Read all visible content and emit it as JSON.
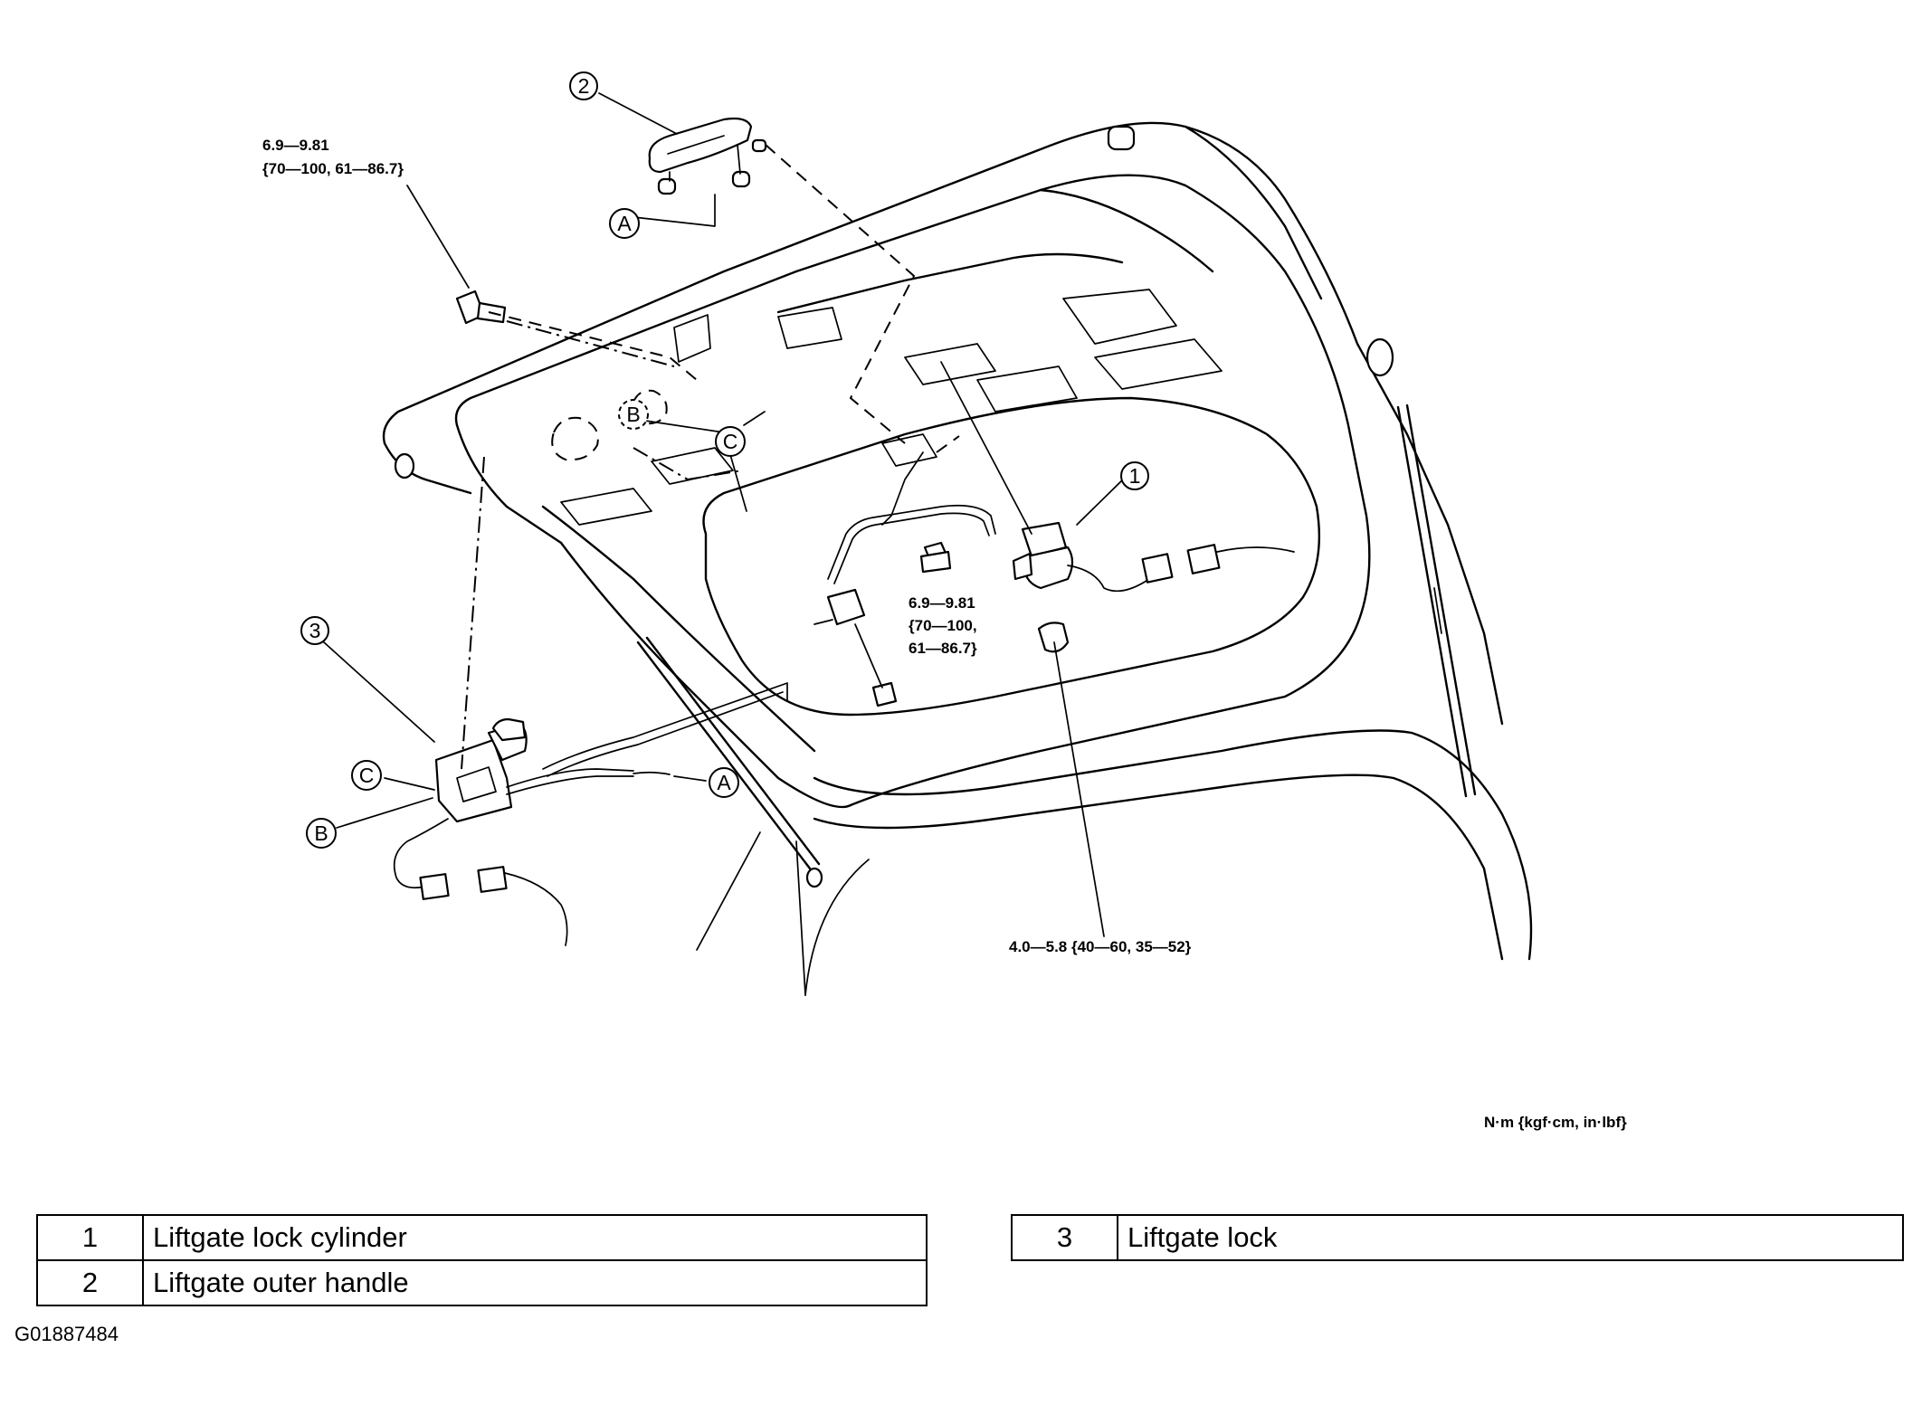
{
  "diagram": {
    "callouts": {
      "one": "1",
      "two": "2",
      "three": "3",
      "a": "A",
      "b": "B",
      "c": "C"
    },
    "torque_specs": {
      "handle_bolt_line1": "6.9—9.81",
      "handle_bolt_line2": "{70—100, 61—86.7}",
      "rod_nut_line1": "6.9—9.81",
      "rod_nut_line2": "{70—100,",
      "rod_nut_line3": "61—86.7}",
      "cylinder_nut": "4.0—5.8 {40—60, 35—52}"
    },
    "units_note": "N·m {kgf·cm, in·lbf}"
  },
  "legend": {
    "left": [
      {
        "number": "1",
        "name": "Liftgate lock cylinder"
      },
      {
        "number": "2",
        "name": "Liftgate outer handle"
      }
    ],
    "right": [
      {
        "number": "3",
        "name": "Liftgate lock"
      }
    ]
  },
  "figure_id": "G01887484"
}
